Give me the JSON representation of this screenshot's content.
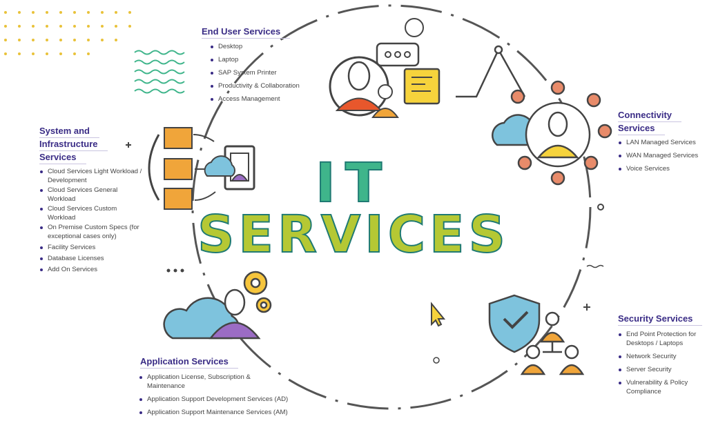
{
  "heading": {
    "line1": "IT",
    "line2": "SERVICES"
  },
  "colors": {
    "title": "#3a2c86",
    "it": "#3fb58b",
    "services": "#b5c834",
    "outline": "#1f7a73",
    "orange": "#f0a53a",
    "cloud": "#7ec3dd",
    "purple": "#9b6cc4"
  },
  "end_user": {
    "title": "End User Services",
    "items": [
      "Desktop",
      "Laptop",
      "SAP System Printer",
      "Productivity & Collaboration",
      "Access Management"
    ]
  },
  "system": {
    "title_lines": [
      "System and",
      "Infrastructure",
      "Services"
    ],
    "items": [
      "Cloud Services Light Workload / Development",
      "Cloud Services General Workload",
      "Cloud Services Custom Workload",
      "On Premise Custom Specs (for exceptional cases only)",
      "Facility Services",
      "Database Licenses",
      "Add On Services"
    ]
  },
  "connectivity": {
    "title_lines": [
      "Connectivity",
      "Services"
    ],
    "items": [
      "LAN Managed Services",
      "WAN Managed Services",
      "Voice Services"
    ]
  },
  "security": {
    "title": "Security Services",
    "items": [
      "End Point Protection for Desktops / Laptops",
      "Network Security",
      "Server Security",
      "Vulnerability & Policy Compliance"
    ]
  },
  "application": {
    "title": "Application Services",
    "items": [
      "Application License, Subscription & Maintenance",
      "Application Support Development Services (AD)",
      "Application Support Maintenance Services (AM)"
    ]
  }
}
